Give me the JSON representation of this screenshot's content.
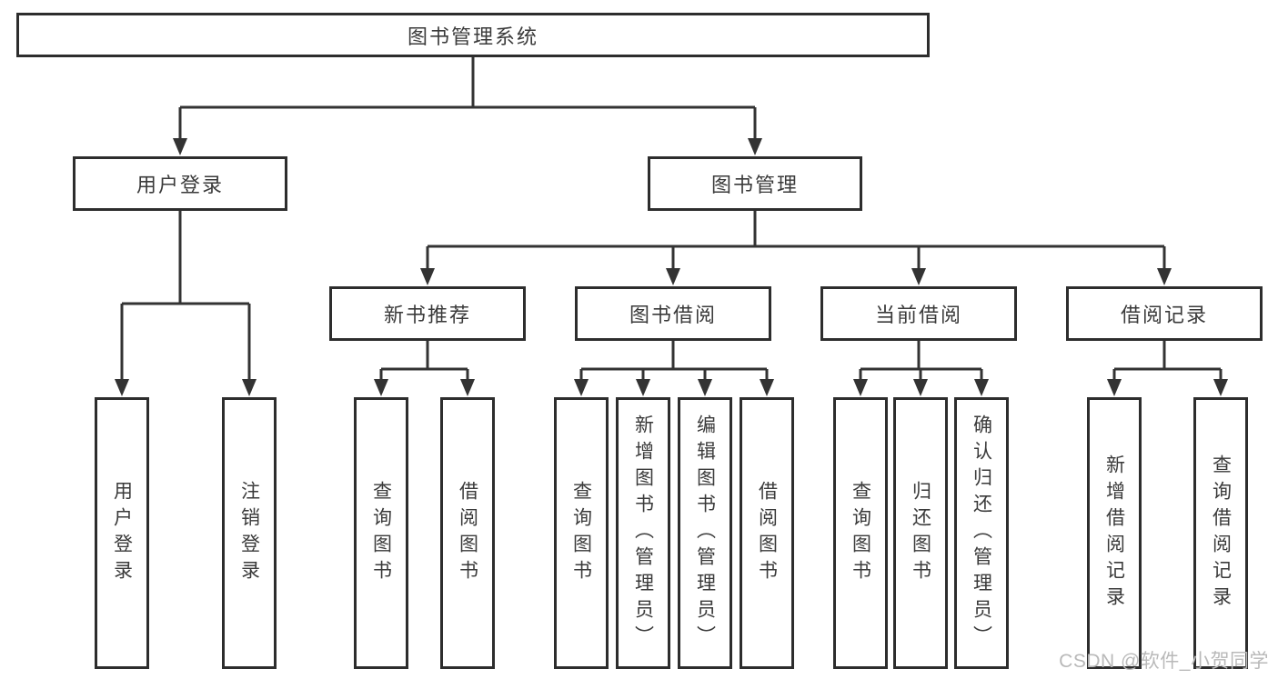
{
  "diagram": {
    "root": {
      "label": "图书管理系统"
    },
    "branches": [
      {
        "label": "用户登录",
        "children": [
          {
            "label": "用户登录"
          },
          {
            "label": "注销登录"
          }
        ]
      },
      {
        "label": "图书管理",
        "children": [
          {
            "label": "新书推荐",
            "children": [
              {
                "label": "查询图书"
              },
              {
                "label": "借阅图书"
              }
            ]
          },
          {
            "label": "图书借阅",
            "children": [
              {
                "label": "查询图书"
              },
              {
                "label": "新增图书（管理员）"
              },
              {
                "label": "编辑图书（管理员）"
              },
              {
                "label": "借阅图书"
              }
            ]
          },
          {
            "label": "当前借阅",
            "children": [
              {
                "label": "查询图书"
              },
              {
                "label": "归还图书"
              },
              {
                "label": "确认归还（管理员）"
              }
            ]
          },
          {
            "label": "借阅记录",
            "children": [
              {
                "label": "新增借阅记录"
              },
              {
                "label": "查询借阅记录"
              }
            ]
          }
        ]
      }
    ]
  },
  "watermark": {
    "text": "CSDN @软件_小贺同学",
    "color": "#b9b9b9"
  },
  "colors": {
    "line": "#333333",
    "box_border": "#2d2d2d",
    "text": "#3a3a3a",
    "background": "#ffffff"
  }
}
